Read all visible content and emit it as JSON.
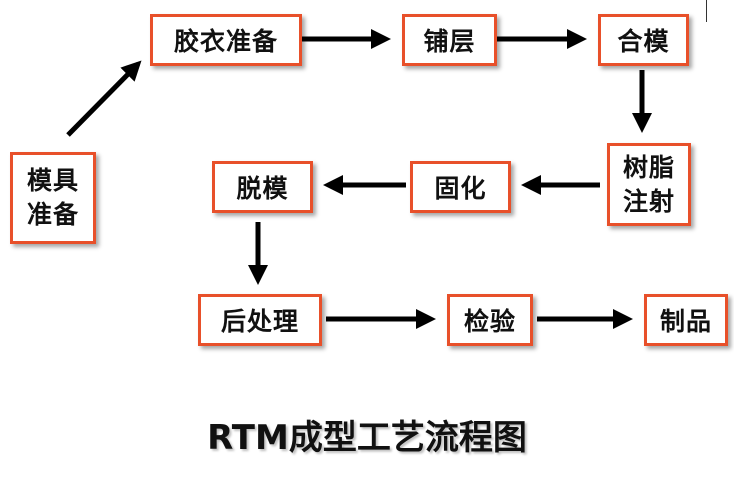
{
  "nodes": {
    "mold_prep": [
      "模具",
      "准备"
    ],
    "gelcoat_prep": "胶衣准备",
    "layup": "铺层",
    "mold_close": "合模",
    "resin_inject": [
      "树脂",
      "注射"
    ],
    "cure": "固化",
    "demold": "脱模",
    "post_process": "后处理",
    "inspect": "检验",
    "product": "制品"
  },
  "caption": "RTM成型工艺流程图",
  "colors": {
    "box_border": "#e8502a",
    "arrow": "#000000",
    "text": "#111111"
  }
}
